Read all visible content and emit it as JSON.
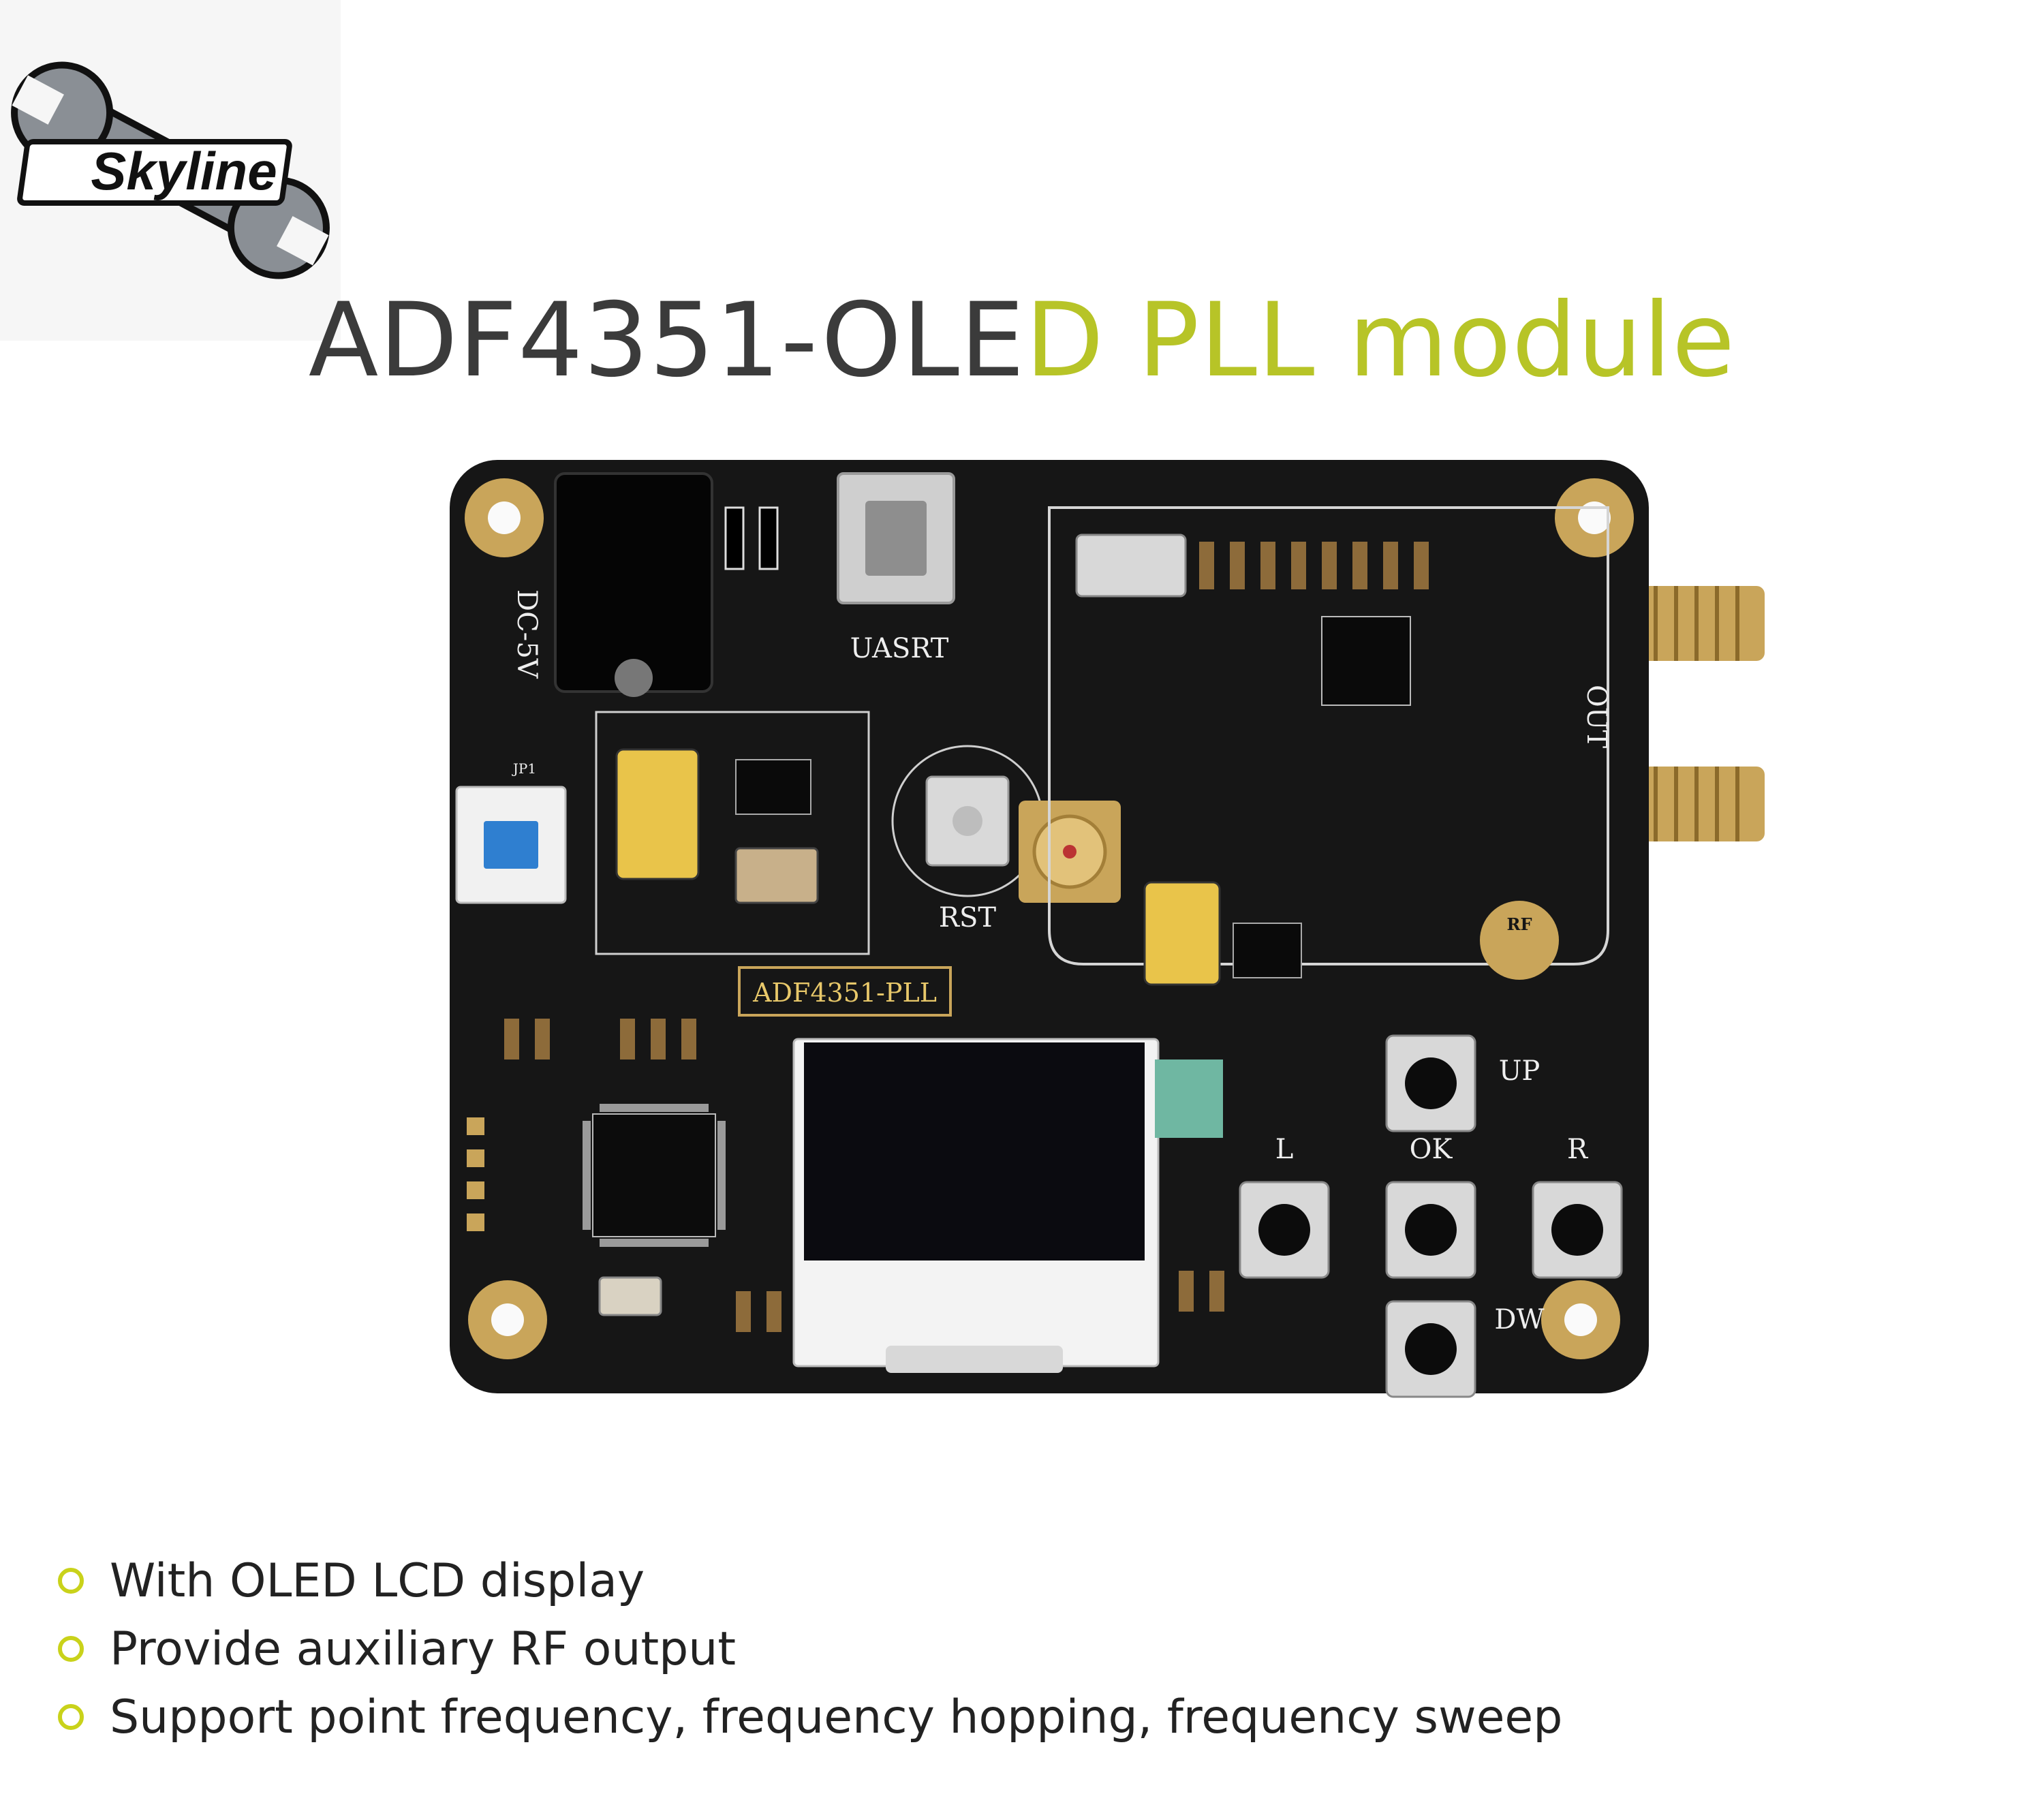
{
  "logo": {
    "brand": "Skyline"
  },
  "header": {
    "title_dark": "ADF4351-OLE",
    "title_green": "D PLL module"
  },
  "board": {
    "power_label": "DC-5V",
    "usb_label": "UASRT",
    "reset_label": "RST",
    "module_label": "ADF4351-PLL",
    "output_label": "OUT",
    "rf_badge": "RF",
    "jumper_label": "JP1",
    "buttons": {
      "up": "UP",
      "down": "DW",
      "left": "L",
      "right": "R",
      "ok": "OK"
    }
  },
  "features": [
    "With OLED LCD display",
    "Provide auxiliary RF output",
    "Support point frequency, frequency hopping, frequency sweep"
  ],
  "colors": {
    "accent": "#b7c427",
    "pcb": "#161616",
    "gold": "#c9a55a"
  }
}
